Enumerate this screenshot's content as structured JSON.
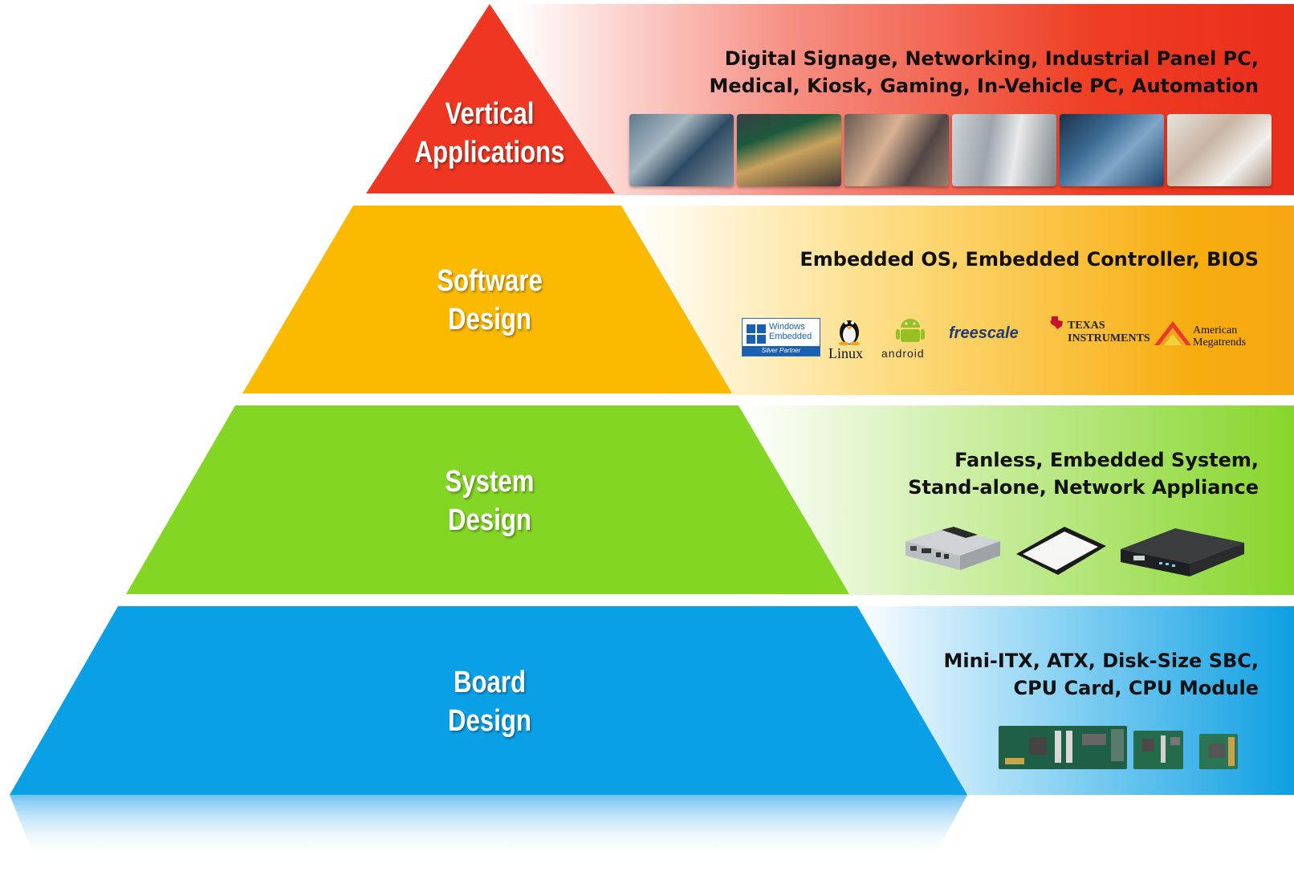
{
  "tiers": [
    {
      "id": "vertical-applications",
      "title_line1": "Vertical",
      "title_line2": "Applications",
      "color": "#ee3622",
      "desc_line1": "Digital Signage, Networking, Industrial Panel PC,",
      "desc_line2": "Medical, Kiosk, Gaming, In-Vehicle PC, Automation",
      "photos": [
        "factory-operator-photo",
        "digital-signage-photo",
        "kiosk-checkout-photo",
        "gates-photo",
        "network-cable-photo",
        "medical-child-photo"
      ]
    },
    {
      "id": "software-design",
      "title_line1": "Software",
      "title_line2": "Design",
      "color": "#fbb900",
      "desc_line1": "Embedded OS, Embedded Controller, BIOS",
      "logos": {
        "windows_line1": "Windows",
        "windows_line2": "Embedded",
        "windows_line3": "Silver Partner",
        "linux": "Linux",
        "android": "android",
        "freescale": "freescale",
        "ti_line1": "Texas",
        "ti_line2": "Instruments",
        "ami_line1": "American",
        "ami_line2": "Megatrends"
      }
    },
    {
      "id": "system-design",
      "title_line1": "System",
      "title_line2": "Design",
      "color": "#84d624",
      "desc_line1": "Fanless, Embedded System,",
      "desc_line2": "Stand-alone, Network Appliance",
      "devices": [
        "fanless-box-icon",
        "panel-pc-icon",
        "network-appliance-icon"
      ]
    },
    {
      "id": "board-design",
      "title_line1": "Board",
      "title_line2": "Design",
      "color": "#0aa0e6",
      "desc_line1": "Mini-ITX, ATX, Disk-Size SBC,",
      "desc_line2": "CPU Card, CPU Module",
      "boards": [
        "cpu-card-board-icon",
        "mini-itx-board-icon",
        "cpu-module-board-icon"
      ]
    }
  ]
}
